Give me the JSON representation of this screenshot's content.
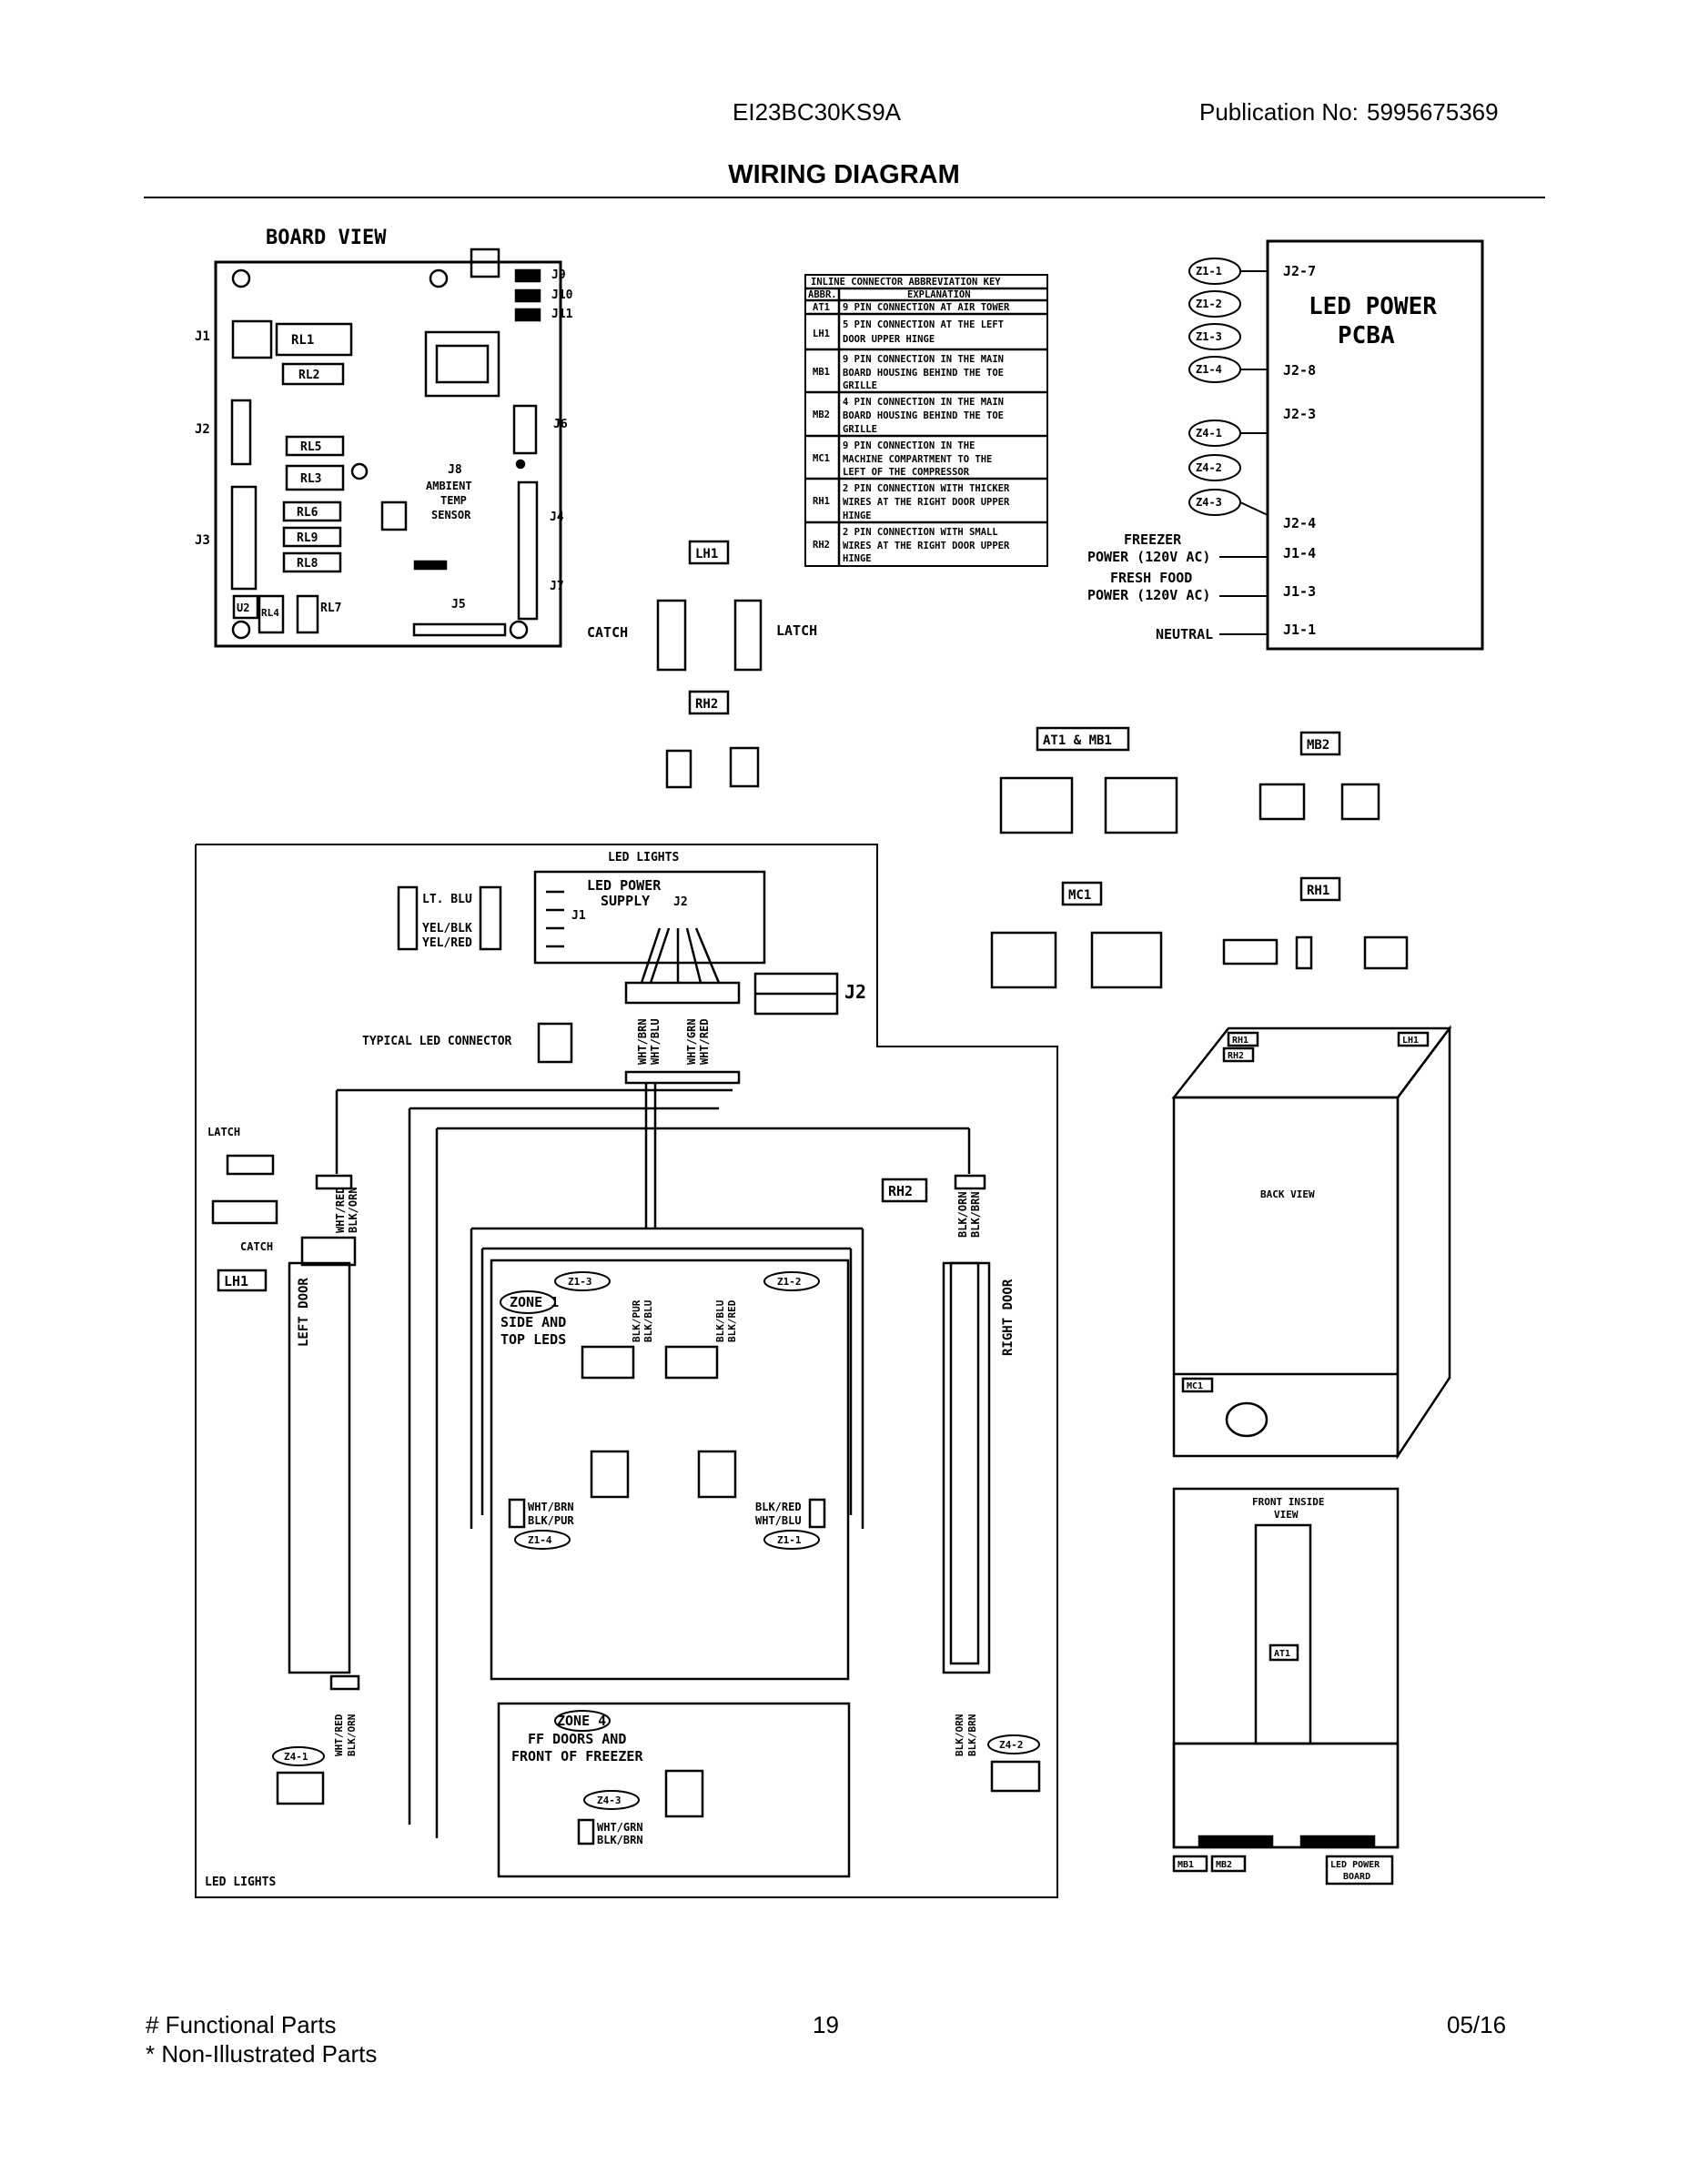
{
  "header": {
    "model": "EI23BC30KS9A",
    "publication_label": "Publication No:",
    "publication_no": "5995675369",
    "title": "WIRING DIAGRAM"
  },
  "board_view": {
    "title": "BOARD VIEW",
    "connectors": [
      "J1",
      "J2",
      "J3",
      "J4",
      "J5",
      "J6",
      "J7",
      "J9",
      "J10",
      "J11"
    ],
    "relays": [
      "RL1",
      "RL2",
      "RL5",
      "RL3",
      "RL6",
      "RL9",
      "RL8",
      "RL4",
      "RL7"
    ],
    "u2": "U2",
    "j8": "J8",
    "j8_lines": [
      "AMBIENT",
      "TEMP",
      "SENSOR"
    ]
  },
  "key_table": {
    "title": "INLINE CONNECTOR ABBREVIATION KEY",
    "col1": "ABBR.",
    "col2": "EXPLANATION",
    "rows": [
      {
        "abbr": "AT1",
        "lines": [
          "9 PIN CONNECTION AT AIR TOWER"
        ]
      },
      {
        "abbr": "LH1",
        "lines": [
          "5 PIN CONNECTION AT THE LEFT",
          "DOOR UPPER HINGE"
        ]
      },
      {
        "abbr": "MB1",
        "lines": [
          "9 PIN CONNECTION IN THE MAIN",
          "BOARD HOUSING BEHIND THE TOE",
          "GRILLE"
        ]
      },
      {
        "abbr": "MB2",
        "lines": [
          "4 PIN CONNECTION IN THE MAIN",
          "BOARD HOUSING BEHIND THE TOE",
          "GRILLE"
        ]
      },
      {
        "abbr": "MC1",
        "lines": [
          "9 PIN CONNECTION IN THE",
          "MACHINE COMPARTMENT TO THE",
          "LEFT OF THE COMPRESSOR"
        ]
      },
      {
        "abbr": "RH1",
        "lines": [
          "2 PIN CONNECTION WITH THICKER",
          "WIRES AT THE RIGHT DOOR UPPER",
          "HINGE"
        ]
      },
      {
        "abbr": "RH2",
        "lines": [
          "2 PIN CONNECTION WITH SMALL",
          "WIRES AT THE RIGHT DOOR UPPER",
          "HINGE"
        ]
      }
    ]
  },
  "led_pcba": {
    "title1": "LED POWER",
    "title2": "PCBA",
    "zone_tags": [
      "Z1-1",
      "Z1-2",
      "Z1-3",
      "Z1-4",
      "Z4-1",
      "Z4-2",
      "Z4-3"
    ],
    "pins": [
      "J2-7",
      "J2-8",
      "J2-3",
      "J2-4",
      "J1-4",
      "J1-3",
      "J1-1"
    ],
    "freezer": "FREEZER",
    "freezer_power": "POWER (120V AC)",
    "fresh_food": "FRESH FOOD",
    "ff_power": "POWER (120V AC)",
    "neutral": "NEUTRAL"
  },
  "connectors": {
    "lh1": "LH1",
    "rh2": "RH2",
    "catch": "CATCH",
    "latch": "LATCH",
    "at1_mb1": "AT1 & MB1",
    "mb2": "MB2",
    "mc1": "MC1",
    "rh1": "RH1"
  },
  "led_lights": {
    "top_label": "LED LIGHTS",
    "bottom_label": "LED LIGHTS",
    "supply1": "LED POWER",
    "supply2": "SUPPLY",
    "j1": "J1",
    "j2": "J2",
    "wires_left": [
      "LT. BLU",
      "YEL/BLK",
      "YEL/RED"
    ],
    "typical": "TYPICAL LED CONNECTOR",
    "j2_wires": [
      "WHT/BRN",
      "WHT/BLU",
      "WHT/GRN",
      "WHT/RED"
    ],
    "left_door": "LEFT DOOR",
    "right_door": "RIGHT DOOR",
    "zone1": "ZONE 1",
    "zone1_l1": "SIDE AND",
    "zone1_l2": "TOP LEDS",
    "zone4": "ZONE 4",
    "zone4_l1": "FF DOORS AND",
    "zone4_l2": "FRONT OF FREEZER",
    "wire_labels": {
      "lh1_a": "WHT/RED",
      "lh1_b": "BLK/ORN",
      "rh2_a": "BLK/ORN",
      "rh2_b": "BLK/BRN",
      "z13_a": "BLK/PUR",
      "z13_b": "BLK/BLU",
      "z12_a": "BLK/BLU",
      "z12_b": "BLK/RED",
      "z14_a": "WHT/BRN",
      "z14_b": "BLK/PUR",
      "z11_a": "BLK/RED",
      "z11_b": "WHT/BLU",
      "z41_a": "WHT/RED",
      "z41_b": "BLK/ORN",
      "z42_a": "BLK/ORN",
      "z42_b": "BLK/BRN",
      "z43_a": "WHT/GRN",
      "z43_b": "BLK/BRN"
    }
  },
  "cabinet": {
    "back_view": "BACK VIEW",
    "front_view1": "FRONT INSIDE",
    "front_view2": "VIEW",
    "at1": "AT1",
    "mc1": "MC1",
    "mb1": "MB1",
    "mb2": "MB2",
    "led1": "LED POWER",
    "led2": "BOARD",
    "rh1": "RH1",
    "rh2": "RH2",
    "lh1": "LH1"
  },
  "footer": {
    "functional": "# Functional Parts",
    "non_illustrated": "* Non-Illustrated Parts",
    "page": "19",
    "date": "05/16"
  }
}
